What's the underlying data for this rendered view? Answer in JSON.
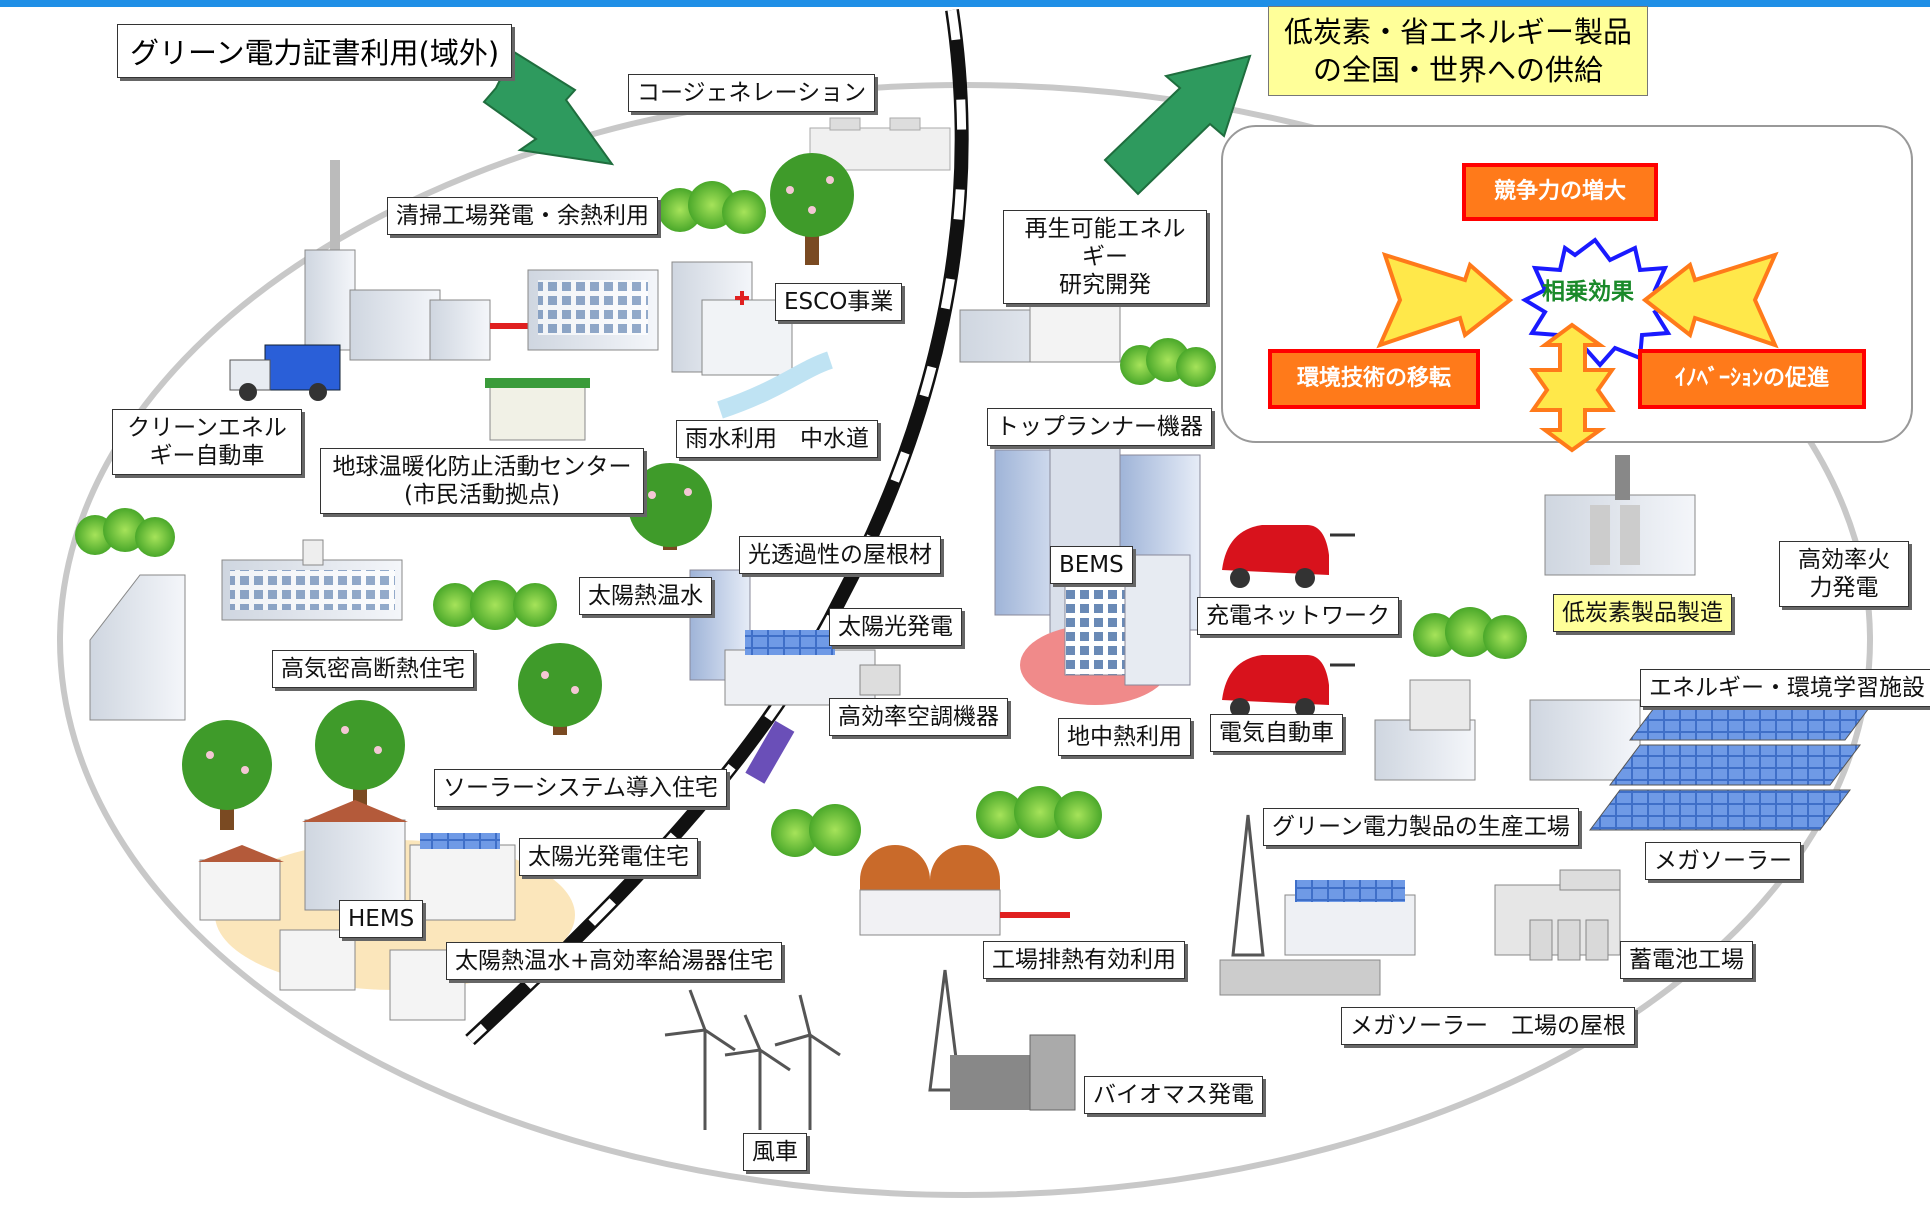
{
  "header": {
    "title": "グリーン電力証書利用(域外)",
    "supply_line1": "低炭素・省エネルギー製品",
    "supply_line2": "の全国・世界への供給"
  },
  "synergy_panel": {
    "competitiveness": "競争力の増大",
    "synergy": "相乗効果",
    "tech_transfer": "環境技術の移転",
    "innovation": "ｲﾉﾍﾞｰｼｮﾝの促進"
  },
  "labels": {
    "cogeneration": "コージェネレーション",
    "incinerator": "清掃工場発電・余熱利用",
    "esco": "ESCO事業",
    "green_car_1": "クリーンエネル",
    "green_car_2": "ギー自動車",
    "rainwater": "雨水利用　中水道",
    "center_1": "地球温暖化防止活動センター",
    "center_2": "(市民活動拠点)",
    "light_roof": "光透過性の屋根材",
    "solar_water": "太陽熱温水",
    "solar_pv": "太陽光発電",
    "insulated_house": "高気密高断熱住宅",
    "hvac": "高効率空調機器",
    "solar_system_house": "ソーラーシステム導入住宅",
    "solar_pv_house": "太陽光発電住宅",
    "hems": "HEMS",
    "solar_water_house": "太陽熱温水+高効率給湯器住宅",
    "windmill": "風車",
    "renewable_1": "再生可能エネル",
    "renewable_2": "ギー",
    "renewable_3": "研究開発",
    "top_runner": "トップランナー機器",
    "bems": "BEMS",
    "charging": "充電ネットワーク",
    "geothermal": "地中熱利用",
    "ev": "電気自動車",
    "factory_heat": "工場排熱有効利用",
    "biomass": "バイオマス発電",
    "low_carbon_mfg": "低炭素製品製造",
    "thermal_1": "高効率火",
    "thermal_2": "力発電",
    "eco_learning": "エネルギー・環境学習施設",
    "green_factory": "グリーン電力製品の生産工場",
    "mega_solar": "メガソーラー",
    "battery": "蓄電池工場",
    "mega_solar_roof": "メガソーラー　工場の屋根"
  },
  "colors": {
    "top_bar": "#1f8fe6",
    "arrow_green": "#2e9a5e",
    "supply_fill": "#ffff99",
    "orange_box": "#ff7a1a",
    "orange_border": "#ff0000",
    "synergy_text": "#1a8a2a",
    "burst_border": "#1a1aff",
    "ev_red": "#d8121c",
    "geothermal_pink": "#f08a8a"
  }
}
